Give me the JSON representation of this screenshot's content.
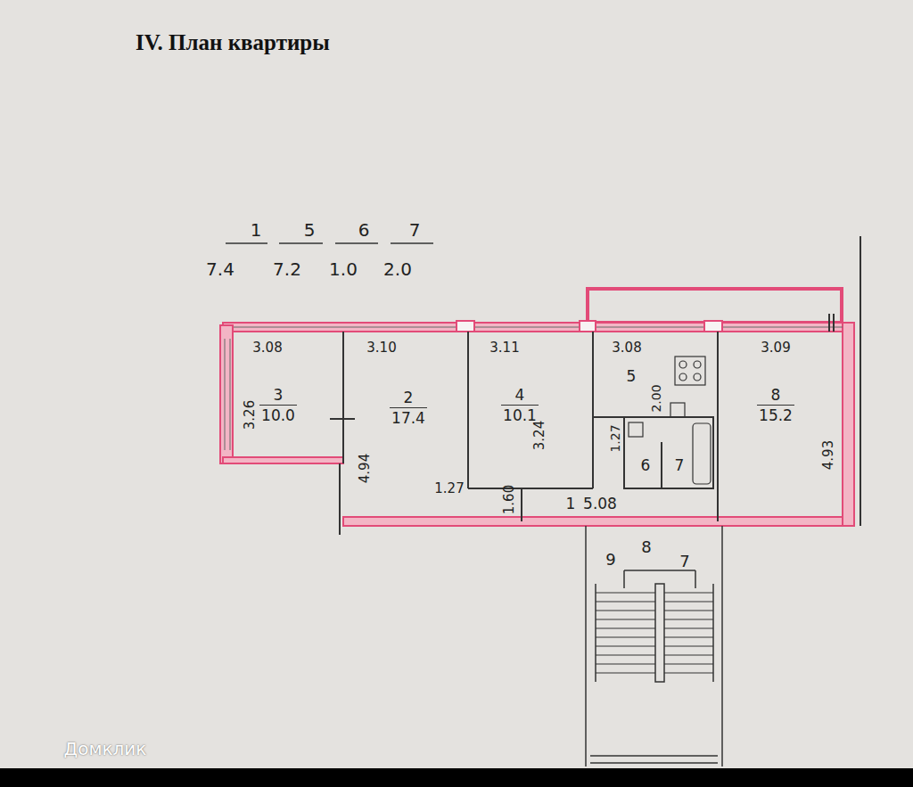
{
  "diagram": {
    "title": "IV. План квартиры",
    "nodes": [
      {
        "text": [
          "3",
          "10.0"
        ]
      },
      {
        "text": [
          "2",
          "17.4"
        ]
      },
      {
        "text": [
          "4",
          "10.1"
        ]
      },
      {
        "text": [
          "5"
        ]
      },
      {
        "text": [
          "8",
          "15.2"
        ]
      },
      {
        "text": [
          "1",
          "5.08"
        ]
      },
      {
        "text": [
          "6"
        ]
      },
      {
        "text": [
          "7"
        ]
      }
    ],
    "edges": [],
    "labels": [
      "1",
      "7.4",
      "5",
      "7.2",
      "6",
      "1.0",
      "7",
      "2.0",
      "3.08",
      "3.26",
      "3.10",
      "4.94",
      "3.11",
      "3.24",
      "3.08",
      "2.00",
      "1.27",
      "3.09",
      "4.93",
      "1.27",
      "1.60",
      "9",
      "8",
      "7",
      "Домклик"
    ]
  }
}
